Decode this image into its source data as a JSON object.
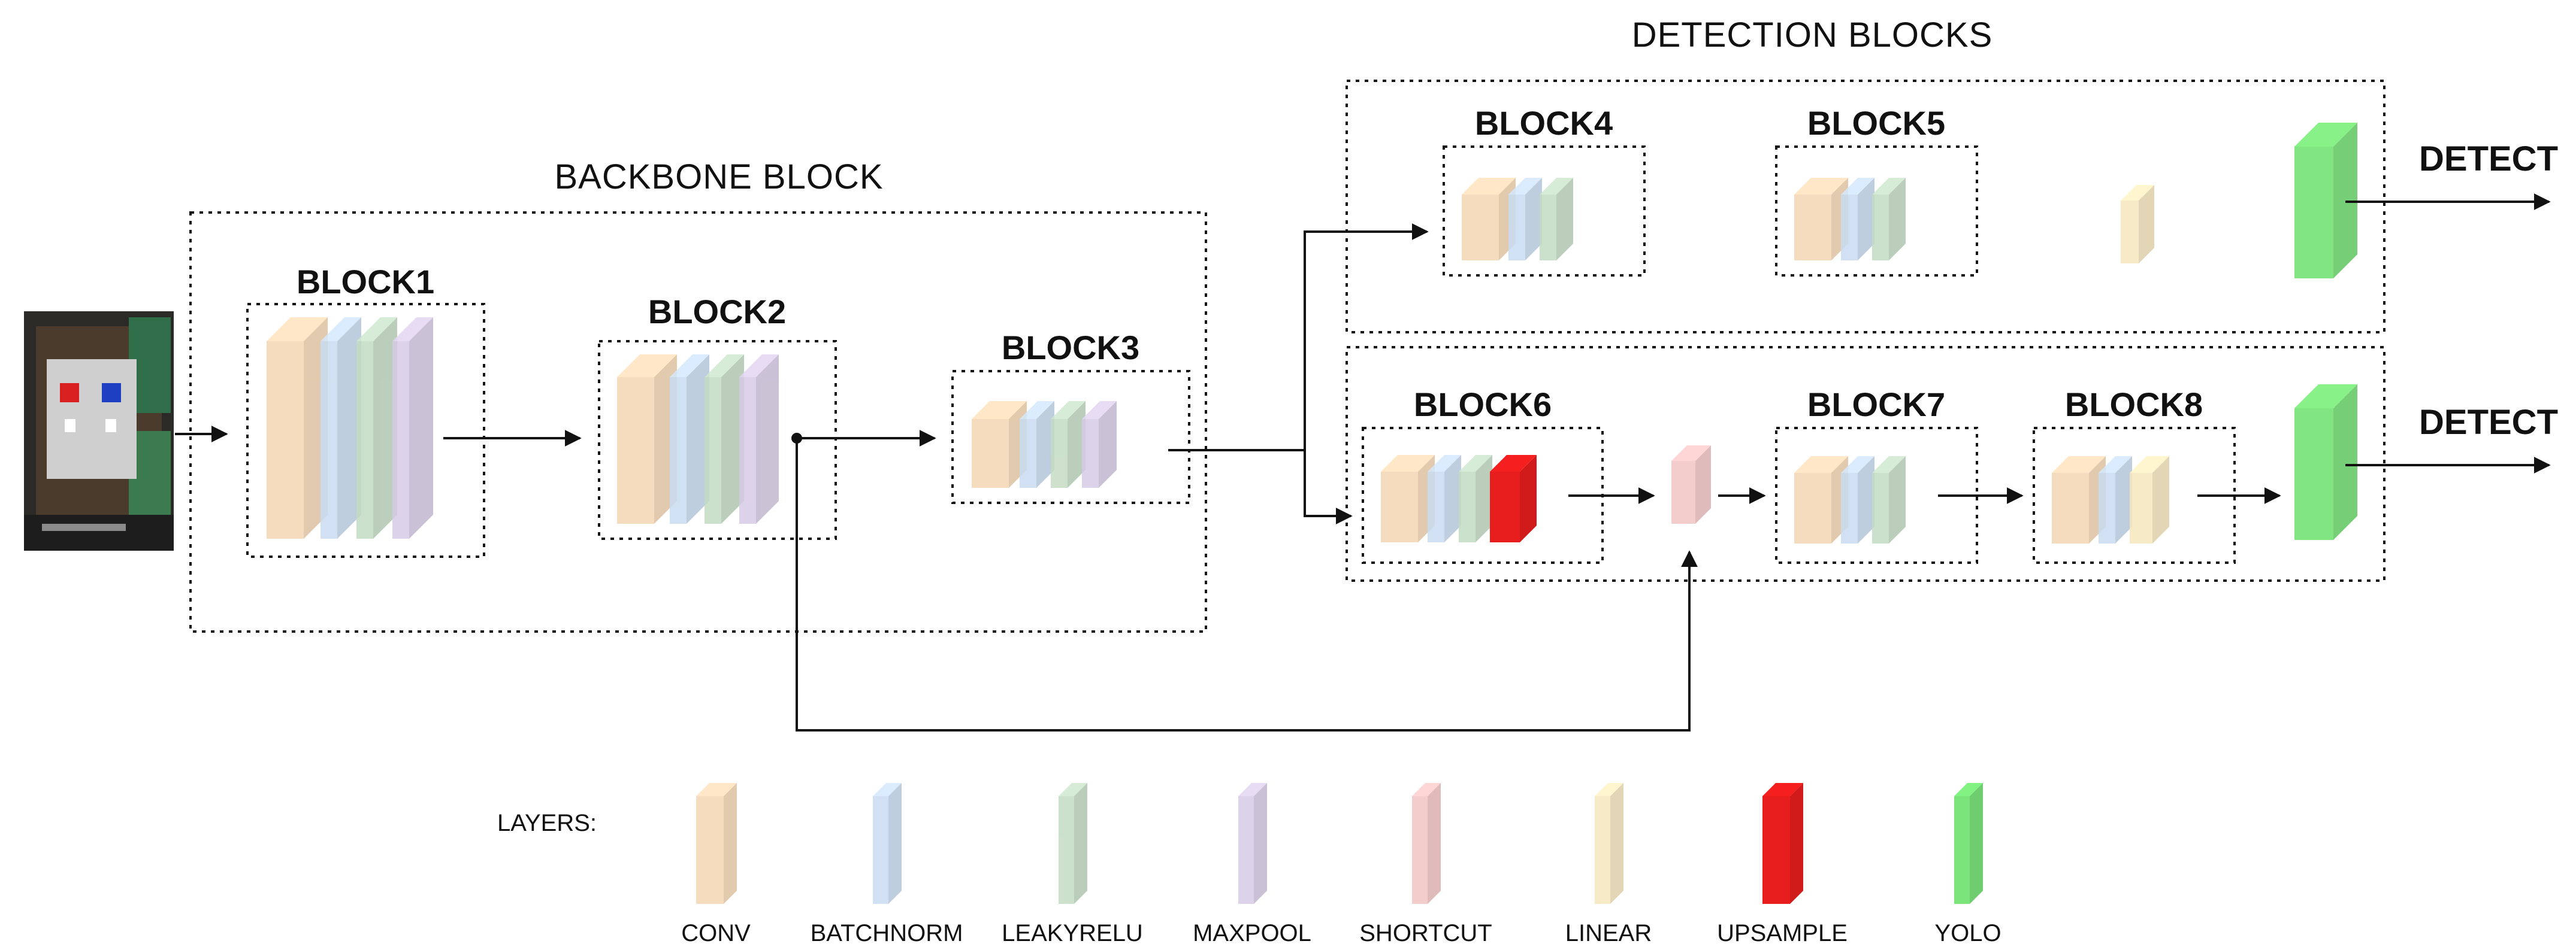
{
  "backbone_title": "BACKBONE BLOCK",
  "detection_title": "DETECTION BLOCKS",
  "blocks": {
    "block1": "BLOCK1",
    "block2": "BLOCK2",
    "block3": "BLOCK3",
    "block4": "BLOCK4",
    "block5": "BLOCK5",
    "block6": "BLOCK6",
    "block7": "BLOCK7",
    "block8": "BLOCK8"
  },
  "detect_top": "DETECT",
  "detect_bottom": "DETECT",
  "legend": {
    "title": "LAYERS:",
    "items": [
      {
        "name": "CONV",
        "color": "#f4d6b3"
      },
      {
        "name": "BATCHNORM",
        "color": "#c9dcf2"
      },
      {
        "name": "LEAKYRELU",
        "color": "#c4dcc3"
      },
      {
        "name": "MAXPOOL",
        "color": "#d7cbe6"
      },
      {
        "name": "SHORTCUT",
        "color": "#f2c4c4"
      },
      {
        "name": "LINEAR",
        "color": "#f6e7bd"
      },
      {
        "name": "UPSAMPLE",
        "color": "#e81d1d"
      },
      {
        "name": "YOLO",
        "color": "#7be47b"
      }
    ]
  }
}
